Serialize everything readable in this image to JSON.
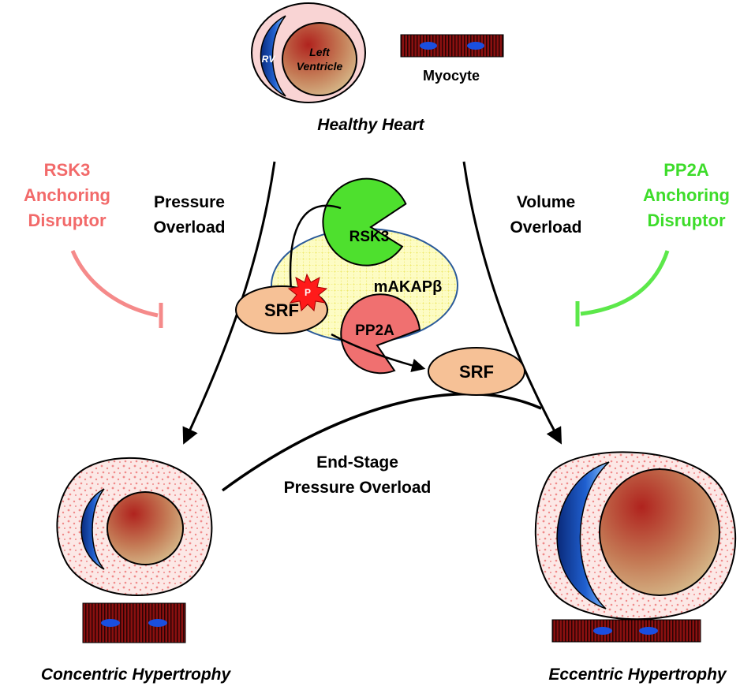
{
  "healthy": {
    "title": "Healthy Heart",
    "rv_label": "RV",
    "lv_line1": "Left",
    "lv_line2": "Ventricle",
    "myocyte_label": "Myocyte"
  },
  "left_inhibitor": {
    "line1": "RSK3",
    "line2": "Anchoring",
    "line3": "Disruptor",
    "color": "#f26a6a"
  },
  "right_inhibitor": {
    "line1": "PP2A",
    "line2": "Anchoring",
    "line3": "Disruptor",
    "color": "#3ddc2a"
  },
  "pressure": {
    "line1": "Pressure",
    "line2": "Overload"
  },
  "volume": {
    "line1": "Volume",
    "line2": "Overload"
  },
  "complex": {
    "scaffold": "mAKAPβ",
    "kinase": "RSK3",
    "phosphatase": "PP2A",
    "srf_bound": "SRF",
    "srf_free": "SRF",
    "phospho": "P",
    "kinase_color": "#4ee02e",
    "phosphatase_color": "#f07070",
    "srf_color": "#f6c196",
    "scaffold_color": "#fdfcc4"
  },
  "end_stage": {
    "line1": "End-Stage",
    "line2": "Pressure Overload"
  },
  "concentric": {
    "title": "Concentric Hypertrophy"
  },
  "eccentric": {
    "title": "Eccentric Hypertrophy"
  }
}
